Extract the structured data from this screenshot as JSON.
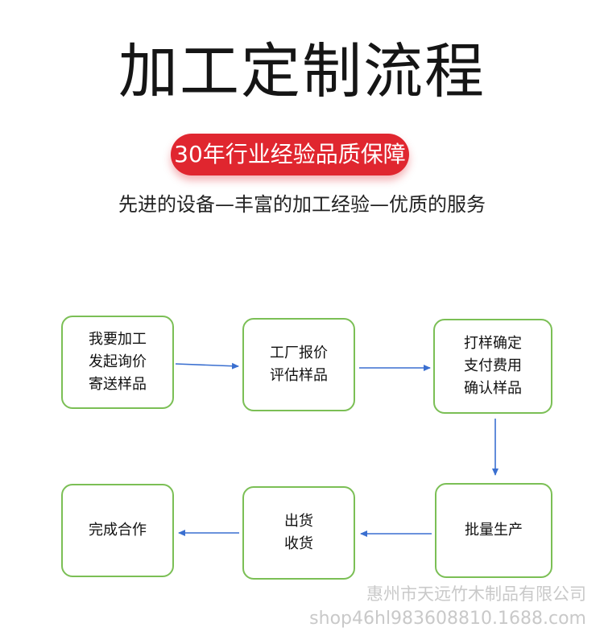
{
  "title": "加工定制流程",
  "badge": "30年行业经验品质保障",
  "subtitle": "先进的设备—丰富的加工经验—优质的服务",
  "steps": [
    {
      "lines": [
        "我要加工",
        "发起询价",
        "寄送样品"
      ]
    },
    {
      "lines": [
        "工厂报价",
        "评估样品"
      ]
    },
    {
      "lines": [
        "打样确定",
        "支付费用",
        "确认样品"
      ]
    },
    {
      "lines": [
        "批量生产"
      ]
    },
    {
      "lines": [
        "出货",
        "收货"
      ]
    },
    {
      "lines": [
        "完成合作"
      ]
    }
  ],
  "watermark": {
    "company": "惠州市天远竹木制品有限公司",
    "shop": "shop46hl983608810.1688.com"
  },
  "colors": {
    "box_border": "#7bbf55",
    "arrow": "#3a6fd0",
    "badge": "#e0262f"
  }
}
